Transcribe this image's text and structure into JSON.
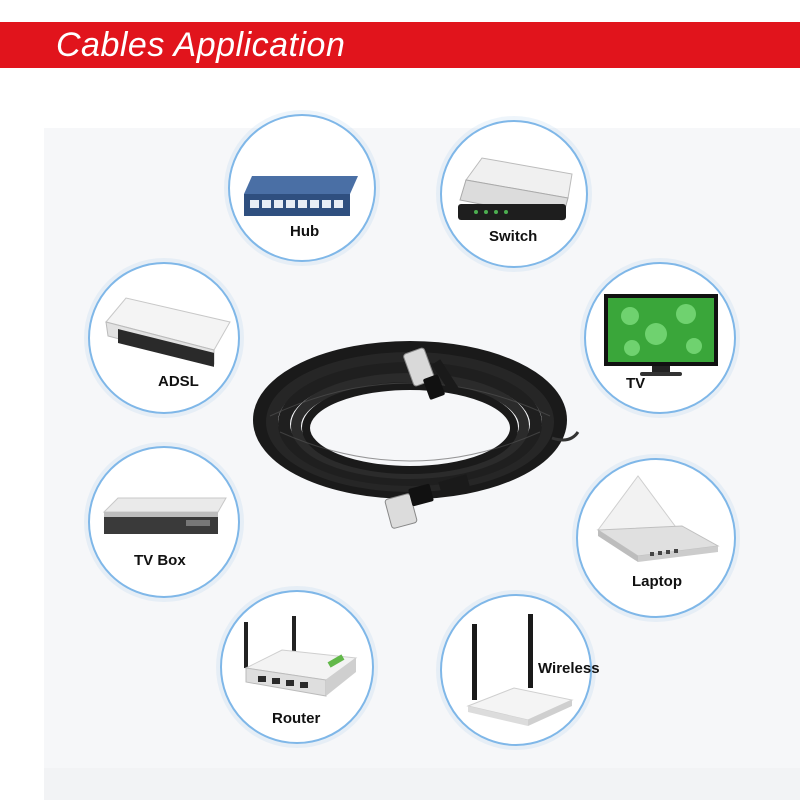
{
  "header": {
    "title": "Cables Application"
  },
  "devices": [
    {
      "id": "hub",
      "label": "Hub",
      "icon": "hub-icon"
    },
    {
      "id": "switch",
      "label": "Switch",
      "icon": "switch-icon"
    },
    {
      "id": "adsl",
      "label": "ADSL",
      "icon": "adsl-modem-icon"
    },
    {
      "id": "tv",
      "label": "TV",
      "icon": "tv-icon"
    },
    {
      "id": "tvbox",
      "label": "TV Box",
      "icon": "set-top-box-icon"
    },
    {
      "id": "laptop",
      "label": "Laptop",
      "icon": "laptop-icon"
    },
    {
      "id": "router",
      "label": "Router",
      "icon": "router-icon"
    },
    {
      "id": "wireless",
      "label": "Wireless",
      "icon": "wireless-router-icon"
    }
  ],
  "colors": {
    "banner": "#e1141c",
    "circle_border": "#7fb7e8",
    "cable": "#1a1a1a"
  }
}
